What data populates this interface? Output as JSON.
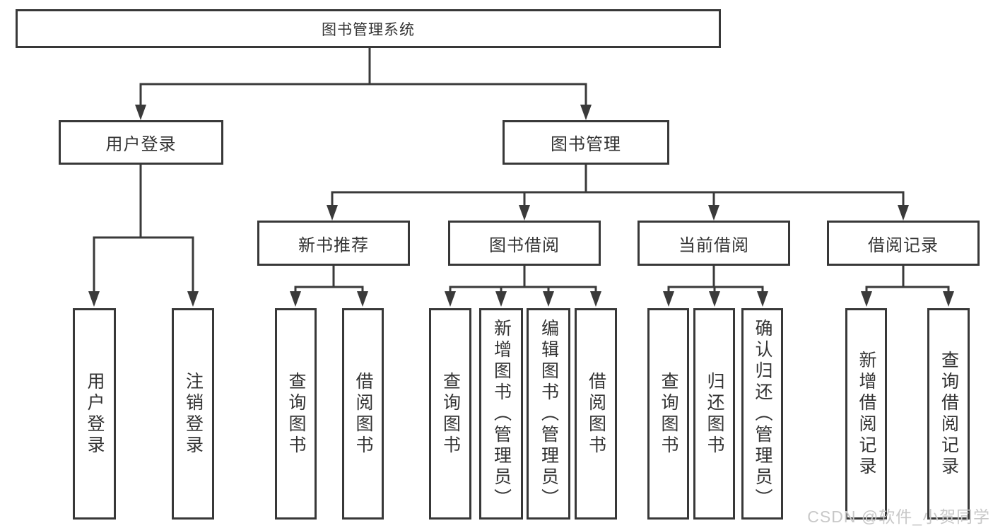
{
  "tree": {
    "root": {
      "label": "图书管理系统",
      "children": [
        {
          "label": "用户登录",
          "children": [
            {
              "label": "用户登录"
            },
            {
              "label": "注销登录"
            }
          ]
        },
        {
          "label": "图书管理",
          "children": [
            {
              "label": "新书推荐",
              "children": [
                {
                  "label": "查询图书"
                },
                {
                  "label": "借阅图书"
                }
              ]
            },
            {
              "label": "图书借阅",
              "children": [
                {
                  "label": "查询图书"
                },
                {
                  "label": "新增图书（管理员）"
                },
                {
                  "label": "编辑图书（管理员）"
                },
                {
                  "label": "借阅图书"
                }
              ]
            },
            {
              "label": "当前借阅",
              "children": [
                {
                  "label": "查询图书"
                },
                {
                  "label": "归还图书"
                },
                {
                  "label": "确认归还（管理员）"
                }
              ]
            },
            {
              "label": "借阅记录",
              "children": [
                {
                  "label": "新增借阅记录"
                },
                {
                  "label": "查询借阅记录"
                }
              ]
            }
          ]
        }
      ]
    }
  },
  "watermark": {
    "text": "CSDN @软件_小贺同学"
  },
  "colors": {
    "line": "#3a3a3a",
    "box_border": "#383838",
    "text": "#333333",
    "watermark": "#c8c8c8",
    "background": "#ffffff"
  }
}
